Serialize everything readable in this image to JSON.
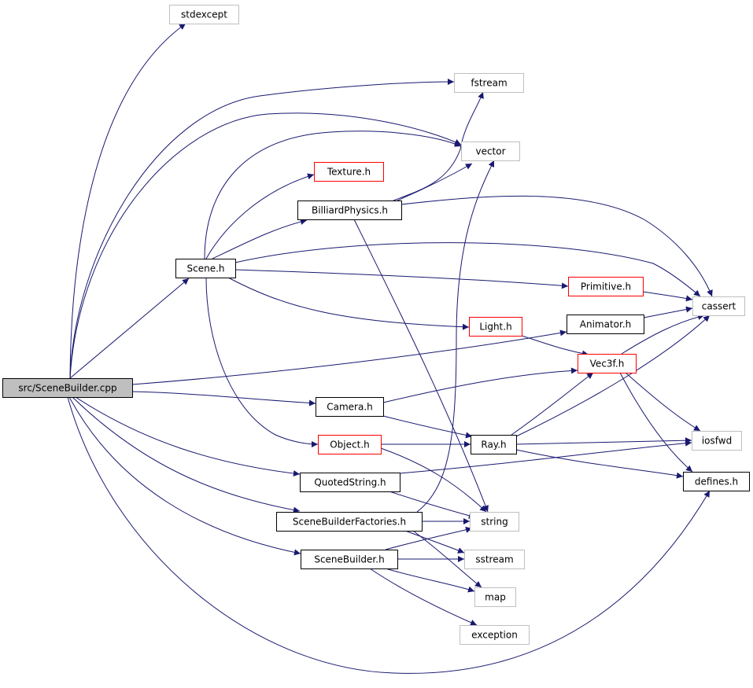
{
  "diagram": {
    "type": "include-dependency-graph",
    "colors": {
      "edge": "#191970",
      "root_fill": "#bfbfbf",
      "root_border": "#000000",
      "documented_border": "#000000",
      "undocumented_border": "#ff0000",
      "external_border": "#bfbfbf"
    },
    "nodes": [
      {
        "id": "root",
        "label": "src/SceneBuilder.cpp",
        "kind": "root"
      },
      {
        "id": "stdexcept",
        "label": "stdexcept",
        "kind": "external"
      },
      {
        "id": "fstream",
        "label": "fstream",
        "kind": "external"
      },
      {
        "id": "vector",
        "label": "vector",
        "kind": "external"
      },
      {
        "id": "texture",
        "label": "Texture.h",
        "kind": "undocumented"
      },
      {
        "id": "billiard",
        "label": "BilliardPhysics.h",
        "kind": "documented"
      },
      {
        "id": "scene",
        "label": "Scene.h",
        "kind": "documented"
      },
      {
        "id": "primitive",
        "label": "Primitive.h",
        "kind": "undocumented"
      },
      {
        "id": "cassert",
        "label": "cassert",
        "kind": "external"
      },
      {
        "id": "animator",
        "label": "Animator.h",
        "kind": "documented"
      },
      {
        "id": "light",
        "label": "Light.h",
        "kind": "undocumented"
      },
      {
        "id": "vec3f",
        "label": "Vec3f.h",
        "kind": "undocumented"
      },
      {
        "id": "camera",
        "label": "Camera.h",
        "kind": "documented"
      },
      {
        "id": "object",
        "label": "Object.h",
        "kind": "undocumented"
      },
      {
        "id": "ray",
        "label": "Ray.h",
        "kind": "documented"
      },
      {
        "id": "iosfwd",
        "label": "iosfwd",
        "kind": "external"
      },
      {
        "id": "quoted",
        "label": "QuotedString.h",
        "kind": "documented"
      },
      {
        "id": "defines",
        "label": "defines.h",
        "kind": "documented"
      },
      {
        "id": "factories",
        "label": "SceneBuilderFactories.h",
        "kind": "documented"
      },
      {
        "id": "string",
        "label": "string",
        "kind": "external"
      },
      {
        "id": "scenebuilder",
        "label": "SceneBuilder.h",
        "kind": "documented"
      },
      {
        "id": "sstream",
        "label": "sstream",
        "kind": "external"
      },
      {
        "id": "map",
        "label": "map",
        "kind": "external"
      },
      {
        "id": "exception",
        "label": "exception",
        "kind": "external"
      }
    ],
    "edges": [
      {
        "from": "root",
        "to": "stdexcept"
      },
      {
        "from": "root",
        "to": "fstream"
      },
      {
        "from": "root",
        "to": "vector"
      },
      {
        "from": "root",
        "to": "scene"
      },
      {
        "from": "root",
        "to": "animator"
      },
      {
        "from": "root",
        "to": "camera"
      },
      {
        "from": "root",
        "to": "quoted"
      },
      {
        "from": "root",
        "to": "factories"
      },
      {
        "from": "root",
        "to": "scenebuilder"
      },
      {
        "from": "root",
        "to": "defines"
      },
      {
        "from": "scene",
        "to": "vector"
      },
      {
        "from": "scene",
        "to": "texture"
      },
      {
        "from": "scene",
        "to": "billiard"
      },
      {
        "from": "scene",
        "to": "cassert"
      },
      {
        "from": "scene",
        "to": "primitive"
      },
      {
        "from": "scene",
        "to": "light"
      },
      {
        "from": "scene",
        "to": "object"
      },
      {
        "from": "billiard",
        "to": "fstream"
      },
      {
        "from": "billiard",
        "to": "vector"
      },
      {
        "from": "billiard",
        "to": "cassert"
      },
      {
        "from": "billiard",
        "to": "string"
      },
      {
        "from": "primitive",
        "to": "cassert"
      },
      {
        "from": "animator",
        "to": "cassert"
      },
      {
        "from": "light",
        "to": "vec3f"
      },
      {
        "from": "vec3f",
        "to": "cassert"
      },
      {
        "from": "vec3f",
        "to": "iosfwd"
      },
      {
        "from": "vec3f",
        "to": "defines"
      },
      {
        "from": "camera",
        "to": "vec3f"
      },
      {
        "from": "camera",
        "to": "ray"
      },
      {
        "from": "object",
        "to": "ray"
      },
      {
        "from": "object",
        "to": "string"
      },
      {
        "from": "ray",
        "to": "vec3f"
      },
      {
        "from": "ray",
        "to": "cassert"
      },
      {
        "from": "ray",
        "to": "iosfwd"
      },
      {
        "from": "ray",
        "to": "defines"
      },
      {
        "from": "quoted",
        "to": "iosfwd"
      },
      {
        "from": "quoted",
        "to": "string"
      },
      {
        "from": "factories",
        "to": "vector"
      },
      {
        "from": "factories",
        "to": "string"
      },
      {
        "from": "factories",
        "to": "sstream"
      },
      {
        "from": "factories",
        "to": "map"
      },
      {
        "from": "scenebuilder",
        "to": "string"
      },
      {
        "from": "scenebuilder",
        "to": "sstream"
      },
      {
        "from": "scenebuilder",
        "to": "map"
      },
      {
        "from": "scenebuilder",
        "to": "exception"
      }
    ]
  }
}
